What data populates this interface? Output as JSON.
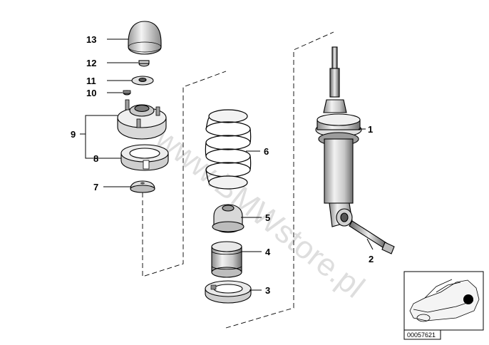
{
  "diagram": {
    "callouts": [
      {
        "id": "c13",
        "text": "13"
      },
      {
        "id": "c12",
        "text": "12"
      },
      {
        "id": "c11",
        "text": "11"
      },
      {
        "id": "c10",
        "text": "10"
      },
      {
        "id": "c9",
        "text": "9"
      },
      {
        "id": "c8",
        "text": "8"
      },
      {
        "id": "c7",
        "text": "7"
      },
      {
        "id": "c6",
        "text": "6"
      },
      {
        "id": "c5",
        "text": "5"
      },
      {
        "id": "c4",
        "text": "4"
      },
      {
        "id": "c3",
        "text": "3"
      },
      {
        "id": "c2",
        "text": "2"
      },
      {
        "id": "c1",
        "text": "1"
      }
    ],
    "watermark": "www.BMWstore.pl",
    "thumbnail": {
      "caption": "00057621"
    },
    "colors": {
      "line": "#000000",
      "part_light": "#e6e6e6",
      "part_mid": "#bdbdbd",
      "part_dark": "#7a7a7a",
      "watermark": "#d4d4d4"
    }
  }
}
